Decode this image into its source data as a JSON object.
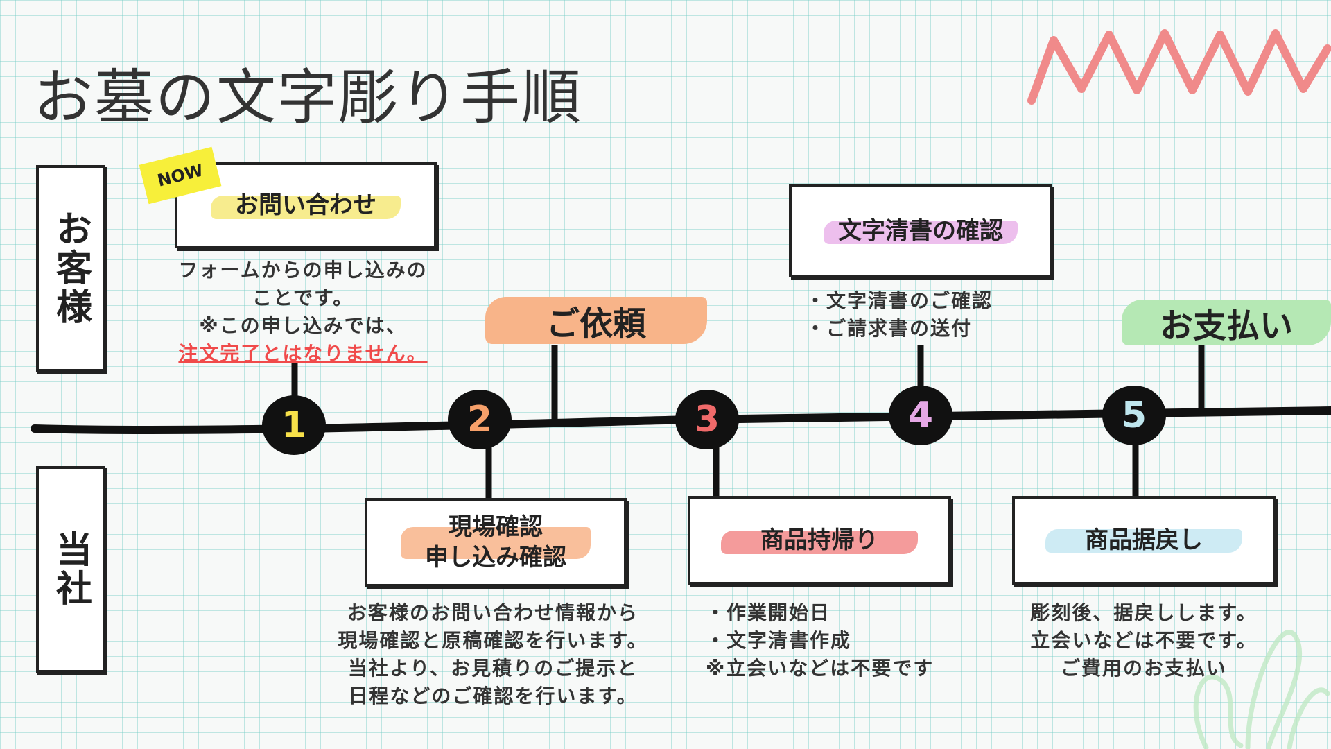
{
  "title": "お墓の文字彫り手順",
  "lanes": {
    "customer": "お客様",
    "company": "当社"
  },
  "now_badge": "NOW",
  "steps": [
    {
      "number": "1",
      "color": "#f7e04a"
    },
    {
      "number": "2",
      "color": "#f6a06a"
    },
    {
      "number": "3",
      "color": "#f06a6a"
    },
    {
      "number": "4",
      "color": "#e6a8e6"
    },
    {
      "number": "5",
      "color": "#bfe6ee"
    }
  ],
  "customer_boxes": {
    "inquiry": "お問い合わせ",
    "check_text": "文字清書の確認"
  },
  "company_boxes": {
    "site_check_line1": "現場確認",
    "site_check_line2": "申し込み確認",
    "take_home": "商品持帰り",
    "return": "商品据戻し"
  },
  "tags": {
    "request": "ご依頼",
    "payment": "お支払い"
  },
  "colors": {
    "inquiry_hl": "#f6e97a",
    "request_bg": "#f8b489",
    "site_hl": "#f8b489",
    "take_home_hl": "#f28a8a",
    "check_hl": "#eab4ea",
    "return_hl": "#c6e8f2",
    "payment_bg": "#b5e8b4"
  },
  "descriptions": {
    "inquiry": {
      "line1": "フォームからの申し込みの",
      "line2": "ことです。",
      "line3": "※この申し込みでは、",
      "line4": "注文完了とはなりません。"
    },
    "site_check": {
      "line1": "お客様のお問い合わせ情報から",
      "line2": "現場確認と原稿確認を行います。",
      "line3": "当社より、お見積りのご提示と",
      "line4": "日程などのご確認を行います。"
    },
    "take_home": {
      "line1": "・作業開始日",
      "line2": "・文字清書作成",
      "line3": "※立会いなどは不要です"
    },
    "check_text": {
      "line1": "・文字清書のご確認",
      "line2": "・ご請求書の送付"
    },
    "return": {
      "line1": "彫刻後、据戻しします。",
      "line2": "立会いなどは不要です。",
      "line3": "ご費用のお支払い"
    }
  }
}
